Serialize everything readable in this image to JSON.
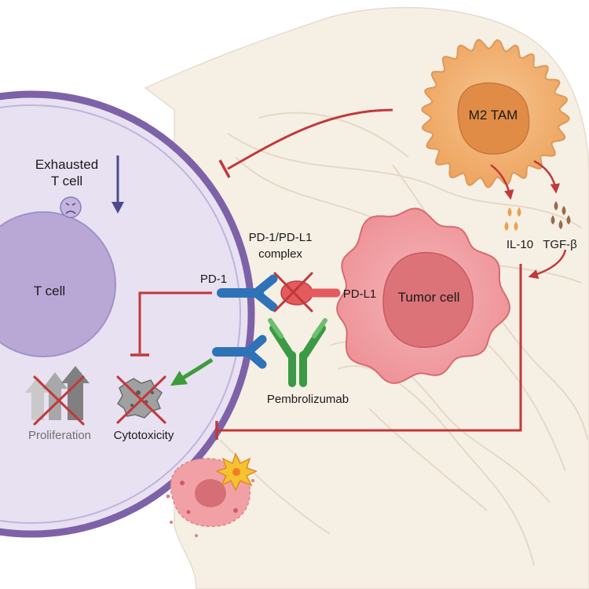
{
  "labels": {
    "exhausted_line1": "Exhausted",
    "exhausted_line2": "T cell",
    "t_cell": "T cell",
    "pd1": "PD-1",
    "complex_line1": "PD-1/PD-L1",
    "complex_line2": "complex",
    "pdl1": "PD-L1",
    "tumor_cell": "Tumor cell",
    "m2_tam": "M2 TAM",
    "il10": "IL-10",
    "tgfb": "TGF-β",
    "pembrolizumab": "Pembrolizumab",
    "proliferation": "Proliferation",
    "cytotoxicity": "Cytotoxicity"
  },
  "colors": {
    "t_cell_fill": "#e7e1f1",
    "t_cell_border": "#7d62a8",
    "nucleus": "#b9a8d6",
    "tumor_fill": "#f2a7ab",
    "tumor_nucleus": "#dc7379",
    "tam_fill": "#f3b67c",
    "tam_nucleus": "#e08c46",
    "inhibit_arrow": "#c0393b",
    "activate_arrow": "#3e9b3a",
    "pd1_receptor": "#2e73b8",
    "antibody": "#3a9a45",
    "matrix": "#f6efe4"
  },
  "icons": [
    "sad-face-icon",
    "proliferation-arrows-icon",
    "cytotoxicity-granule-icon",
    "explosion-icon"
  ]
}
